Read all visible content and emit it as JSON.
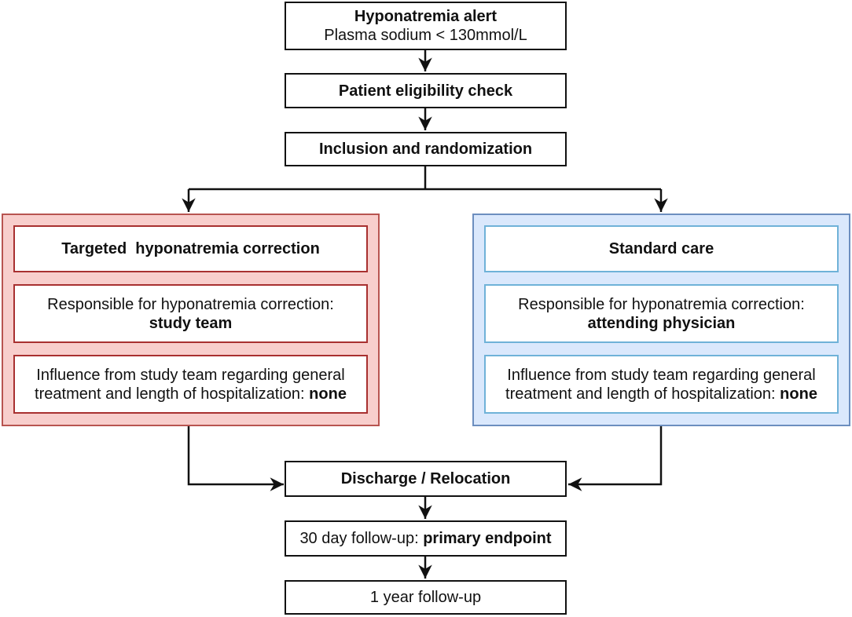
{
  "nodes": {
    "alert": {
      "title": "Hyponatremia alert",
      "subtitle": "Plasma sodium < 130mmol/L"
    },
    "eligibility": {
      "label": "Patient eligibility check"
    },
    "inclusion": {
      "label": "Inclusion and randomization"
    },
    "discharge": {
      "label": "Discharge / Relocation"
    },
    "followup30": {
      "prefix": "30 day follow-up: ",
      "bold": "primary endpoint"
    },
    "followup1y": {
      "label": "1 year follow-up"
    }
  },
  "arms": {
    "targeted": {
      "title": "Targeted  hyponatremia correction",
      "responsible_text": "Responsible for hyponatremia correction:",
      "responsible_value": "study team",
      "influence_line1": "Influence from study team regarding general",
      "influence_line2": "treatment and length of hospitalization: ",
      "influence_value": "none",
      "fill": "#f8cecc",
      "stroke": "#b85450"
    },
    "standard": {
      "title": "Standard care",
      "responsible_text": "Responsible for hyponatremia correction:",
      "responsible_value": "attending physician",
      "influence_line1": "Influence from study team regarding general",
      "influence_line2": "treatment and length of hospitalization: ",
      "influence_value": "none",
      "fill": "#dae8fc",
      "stroke": "#6c8ebf"
    }
  }
}
